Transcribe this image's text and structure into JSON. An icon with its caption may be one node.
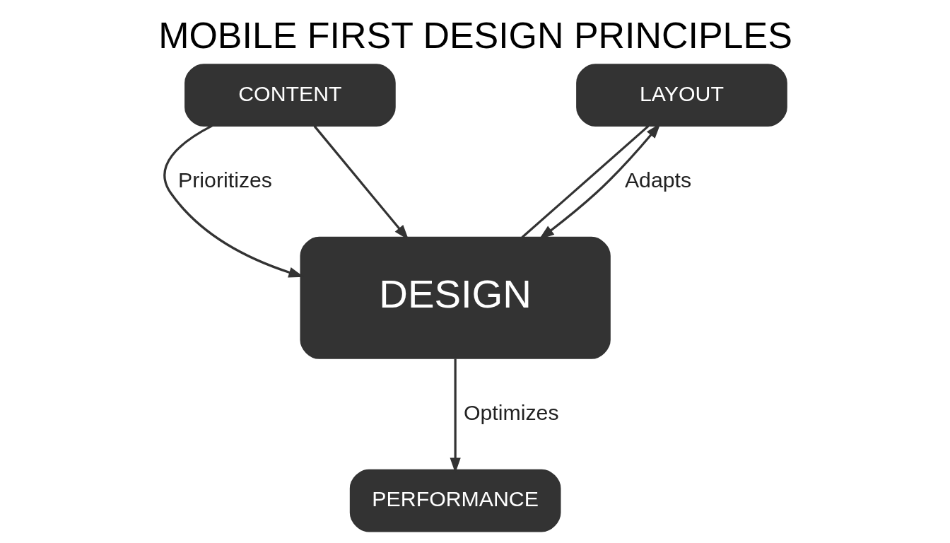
{
  "diagram": {
    "title": "MOBILE FIRST DESIGN PRINCIPLES",
    "nodes": [
      {
        "text": [
          "CONTENT"
        ]
      },
      {
        "text": [
          "DESIGN"
        ]
      },
      {
        "text": [
          "LAYOUT"
        ]
      },
      {
        "text": [
          "PERFORMANCE"
        ]
      }
    ],
    "edges": [
      {
        "from": 0,
        "to": 1,
        "arrow": "to",
        "label": "Prioritizes"
      },
      {
        "from": 0,
        "to": 1,
        "arrow": "to"
      },
      {
        "from": 1,
        "to": 2,
        "arrow": "both",
        "label": "Adapts"
      },
      {
        "from": 2,
        "to": 1,
        "arrow": "none"
      },
      {
        "from": 1,
        "to": 3,
        "arrow": "to",
        "label": "Optimizes"
      }
    ]
  }
}
